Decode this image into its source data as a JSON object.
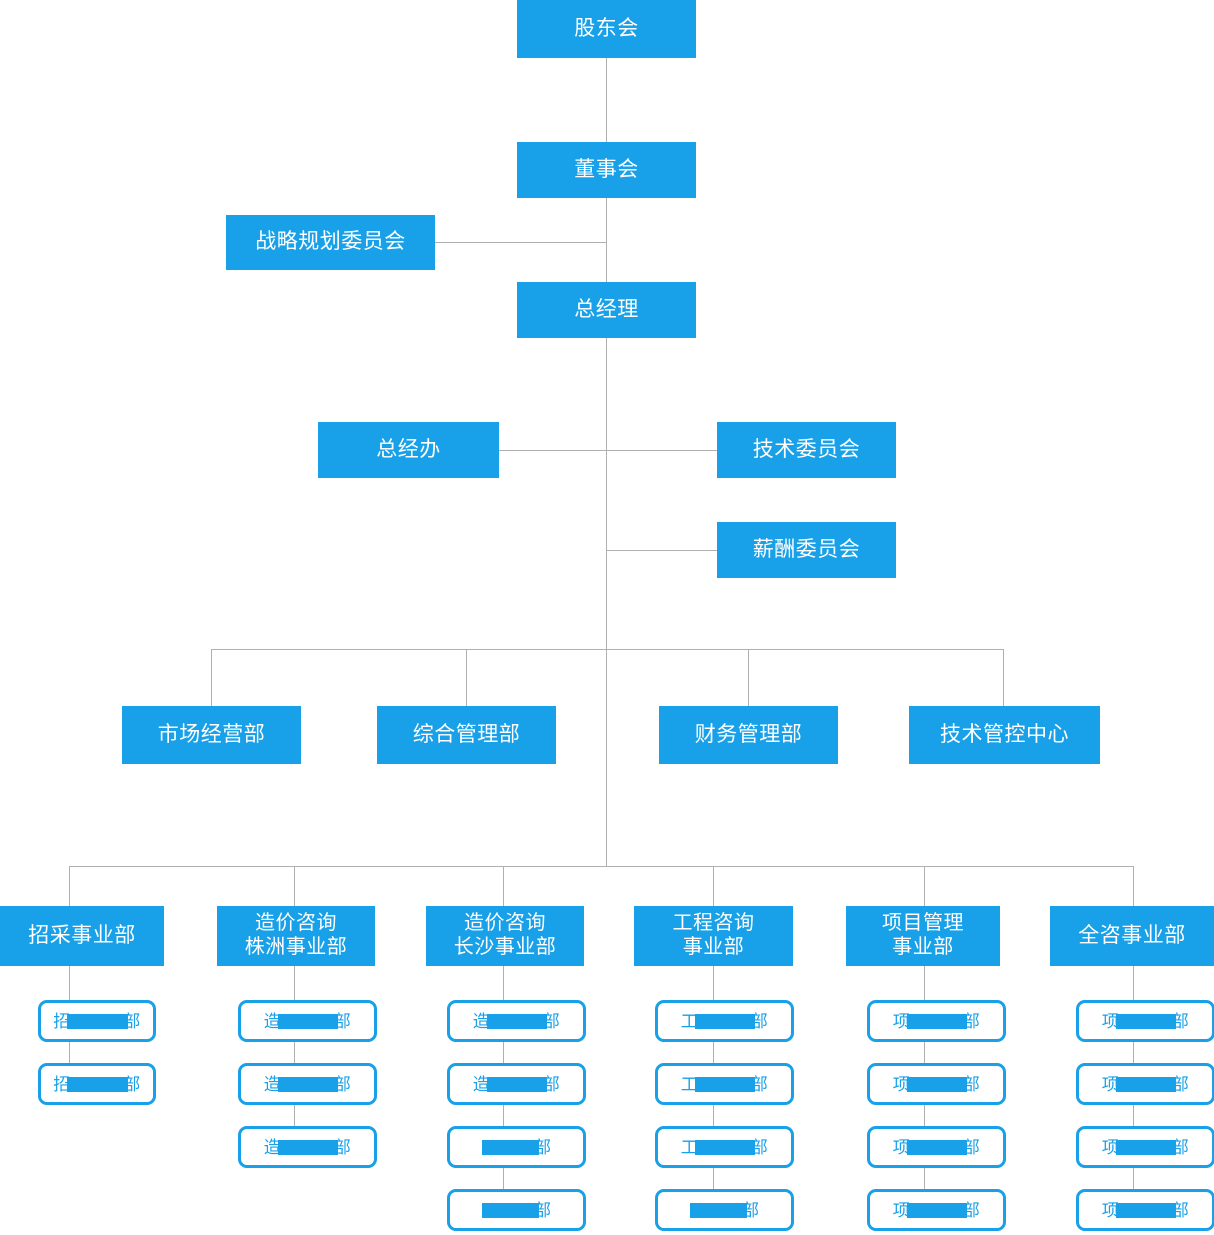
{
  "meta": {
    "title": "组织架构图",
    "accent_color": "#18a0e8",
    "line_color": "#b0b0b0",
    "box_text_color": "#ffffff",
    "background_color": "#ffffff"
  },
  "top": {
    "shareholders": "股东会",
    "board": "董事会",
    "general_manager": "总经理"
  },
  "committees": {
    "strategy": "战略规划委员会",
    "gm_office": "总经办",
    "technical": "技术委员会",
    "compensation": "薪酬委员会"
  },
  "departments": [
    {
      "label": "市场经营部"
    },
    {
      "label": "综合管理部"
    },
    {
      "label": "财务管理部"
    },
    {
      "label": "技术管控中心"
    }
  ],
  "business_units": [
    {
      "label": "招采事业部",
      "line1": "招采事业部",
      "line2": "",
      "children": [
        {
          "prefix": "招",
          "suffix": "部",
          "redacted": true
        },
        {
          "prefix": "招",
          "suffix": "部",
          "redacted": true
        }
      ]
    },
    {
      "label": "造价咨询株洲事业部",
      "line1": "造价咨询",
      "line2": "株洲事业部",
      "children": [
        {
          "prefix": "造",
          "suffix": "部",
          "redacted": true
        },
        {
          "prefix": "造",
          "suffix": "部",
          "redacted": true
        },
        {
          "prefix": "造",
          "suffix": "部",
          "redacted": true
        }
      ]
    },
    {
      "label": "造价咨询长沙事业部",
      "line1": "造价咨询",
      "line2": "长沙事业部",
      "children": [
        {
          "prefix": "造",
          "suffix": "部",
          "redacted": true
        },
        {
          "prefix": "造",
          "suffix": "部",
          "redacted": true
        },
        {
          "prefix": "",
          "suffix": "部",
          "redacted": true
        },
        {
          "prefix": "",
          "suffix": "部",
          "redacted": true
        }
      ]
    },
    {
      "label": "工程咨询事业部",
      "line1": "工程咨询",
      "line2": "事业部",
      "children": [
        {
          "prefix": "工",
          "suffix": "部",
          "redacted": true
        },
        {
          "prefix": "工",
          "suffix": "部",
          "redacted": true
        },
        {
          "prefix": "工",
          "suffix": "部",
          "redacted": true
        },
        {
          "prefix": "",
          "suffix": "部",
          "redacted": true
        }
      ]
    },
    {
      "label": "项目管理事业部",
      "line1": "项目管理",
      "line2": "事业部",
      "children": [
        {
          "prefix": "项",
          "suffix": "部",
          "redacted": true
        },
        {
          "prefix": "项",
          "suffix": "部",
          "redacted": true
        },
        {
          "prefix": "项",
          "suffix": "部",
          "redacted": true
        },
        {
          "prefix": "项",
          "suffix": "部",
          "redacted": true
        }
      ]
    },
    {
      "label": "全咨事业部",
      "line1": "全咨事业部",
      "line2": "",
      "children": [
        {
          "prefix": "项",
          "suffix": "部",
          "redacted": true
        },
        {
          "prefix": "项",
          "suffix": "部",
          "redacted": true
        },
        {
          "prefix": "项",
          "suffix": "部",
          "redacted": true
        },
        {
          "prefix": "项",
          "suffix": "部",
          "redacted": true
        }
      ]
    }
  ]
}
